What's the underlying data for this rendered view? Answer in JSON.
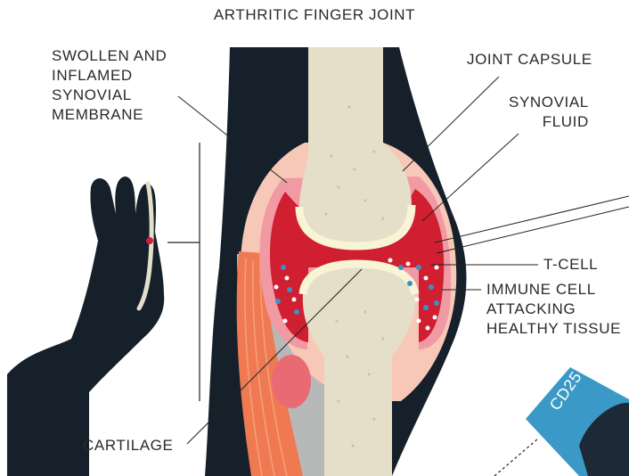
{
  "title": "ARTHRITIC FINGER JOINT",
  "labels": {
    "swollen_membrane": [
      "SWOLLEN AND",
      "INFLAMED",
      "SYNOVIAL",
      "MEMBRANE"
    ],
    "joint_capsule": "JOINT CAPSULE",
    "synovial_fluid": [
      "SYNOVIAL",
      "FLUID"
    ],
    "t_cell": "T-CELL",
    "immune_cell": [
      "IMMUNE CELL",
      "ATTACKING",
      "HEALTHY TISSUE"
    ],
    "cartilage": "CARTILAGE",
    "cd25": "CD25"
  },
  "colors": {
    "skin": "#16202a",
    "bone": "#e5dfc9",
    "cartilage": "#f8f4d6",
    "capsule": "#f7c8b8",
    "membrane": "#f19aa4",
    "fluid": "#cf1f30",
    "gray_tissue": "#b6b9b7",
    "muscle": "#ef7a52",
    "t_cell": "#3e8fc7",
    "immune_cell": "#ffffff",
    "cd25_blue": "#3a99c6"
  }
}
